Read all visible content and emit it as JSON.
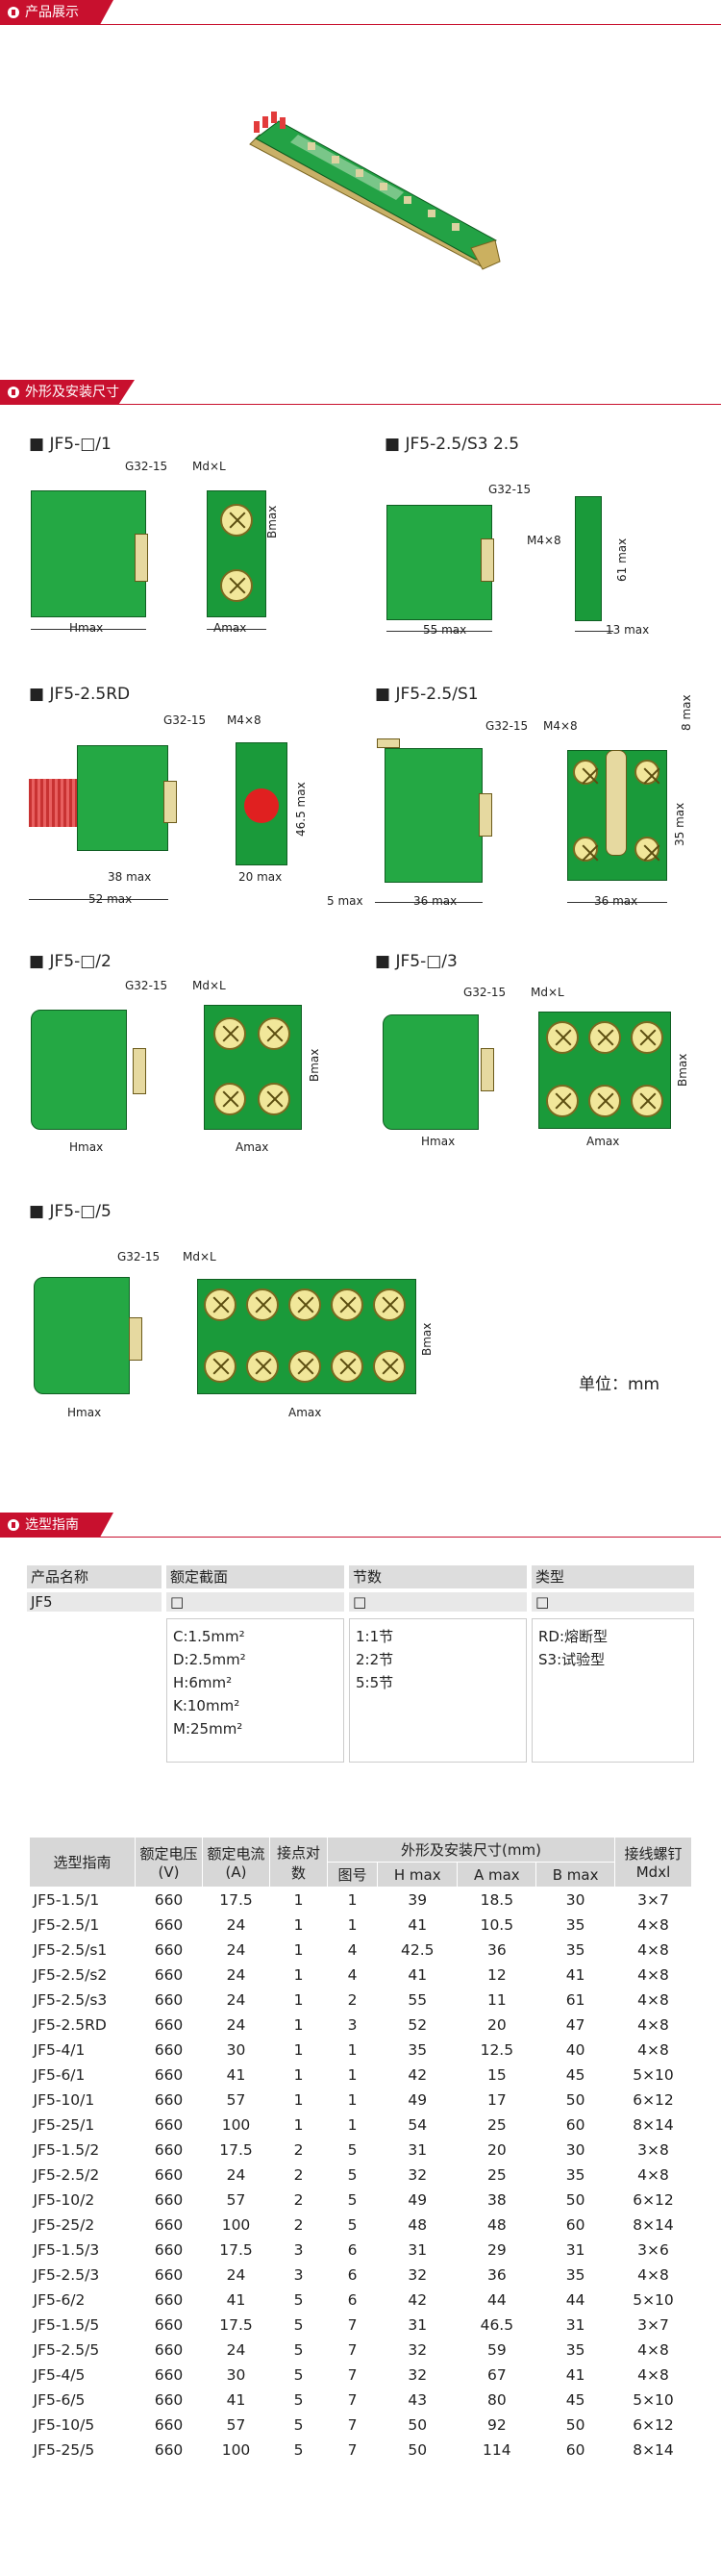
{
  "sections": {
    "product": "产品展示",
    "dimensions": "外形及安装尺寸",
    "selection": "选型指南"
  },
  "diagrams": {
    "d1": {
      "title": "JF5-□/1",
      "g": "G32-15",
      "md": "Md×L",
      "b": "Bmax",
      "h": "Hmax",
      "a": "Amax"
    },
    "d2": {
      "title": "JF5-2.5/S3  2.5",
      "g": "G32-15",
      "m": "M4×8",
      "h": "61 max",
      "w": "55 max",
      "w2": "13 max"
    },
    "d3": {
      "title": "JF5-2.5RD",
      "g": "G32-15",
      "m": "M4×8",
      "h": "46.5 max",
      "w1": "38 max",
      "w2": "52 max",
      "w3": "20 max"
    },
    "d4": {
      "title": "JF5-2.5/S1",
      "g": "G32-15",
      "m": "M4×8",
      "top": "8 max",
      "h": "35 max",
      "w1": "5 max",
      "w2": "36 max",
      "w3": "36 max"
    },
    "d5": {
      "title": "JF5-□/2",
      "g": "G32-15",
      "md": "Md×L",
      "b": "Bmax",
      "h": "Hmax",
      "a": "Amax"
    },
    "d6": {
      "title": "JF5-□/3",
      "g": "G32-15",
      "md": "Md×L",
      "b": "Bmax",
      "h": "Hmax",
      "a": "Amax"
    },
    "d7": {
      "title": "JF5-□/5",
      "g": "G32-15",
      "md": "Md×L",
      "b": "Bmax",
      "h": "Hmax",
      "a": "Amax"
    },
    "unit": "单位：mm"
  },
  "selection": {
    "headers": [
      "产品名称",
      "额定截面",
      "节数",
      "类型"
    ],
    "row": [
      "JF5",
      "□",
      "□",
      "□"
    ],
    "col2": [
      "C:1.5mm²",
      "D:2.5mm²",
      "H:6mm²",
      "K:10mm²",
      "M:25mm²"
    ],
    "col3": [
      "1:1节",
      "2:2节",
      "5:5节"
    ],
    "col4": [
      "RD:熔断型",
      "S3:试验型"
    ]
  },
  "spec": {
    "h_model": "选型指南",
    "h_v": "额定电压(V)",
    "h_a": "额定电流(A)",
    "h_pairs": "接点对数",
    "h_dim": "外形及安装尺寸(mm)",
    "h_screw": "接线螺钉Mdxl",
    "sub": [
      "图号",
      "H max",
      "A max",
      "B max"
    ],
    "rows": [
      [
        "JF5-1.5/1",
        "660",
        "17.5",
        "1",
        "1",
        "39",
        "18.5",
        "30",
        "3×7"
      ],
      [
        "JF5-2.5/1",
        "660",
        "24",
        "1",
        "1",
        "41",
        "10.5",
        "35",
        "4×8"
      ],
      [
        "JF5-2.5/s1",
        "660",
        "24",
        "1",
        "4",
        "42.5",
        "36",
        "35",
        "4×8"
      ],
      [
        "JF5-2.5/s2",
        "660",
        "24",
        "1",
        "4",
        "41",
        "12",
        "41",
        "4×8"
      ],
      [
        "JF5-2.5/s3",
        "660",
        "24",
        "1",
        "2",
        "55",
        "11",
        "61",
        "4×8"
      ],
      [
        "JF5-2.5RD",
        "660",
        "24",
        "1",
        "3",
        "52",
        "20",
        "47",
        "4×8"
      ],
      [
        "JF5-4/1",
        "660",
        "30",
        "1",
        "1",
        "35",
        "12.5",
        "40",
        "4×8"
      ],
      [
        "JF5-6/1",
        "660",
        "41",
        "1",
        "1",
        "42",
        "15",
        "45",
        "5×10"
      ],
      [
        "JF5-10/1",
        "660",
        "57",
        "1",
        "1",
        "49",
        "17",
        "50",
        "6×12"
      ],
      [
        "JF5-25/1",
        "660",
        "100",
        "1",
        "1",
        "54",
        "25",
        "60",
        "8×14"
      ],
      [
        "JF5-1.5/2",
        "660",
        "17.5",
        "2",
        "5",
        "31",
        "20",
        "30",
        "3×8"
      ],
      [
        "JF5-2.5/2",
        "660",
        "24",
        "2",
        "5",
        "32",
        "25",
        "35",
        "4×8"
      ],
      [
        "JF5-10/2",
        "660",
        "57",
        "2",
        "5",
        "49",
        "38",
        "50",
        "6×12"
      ],
      [
        "JF5-25/2",
        "660",
        "100",
        "2",
        "5",
        "48",
        "48",
        "60",
        "8×14"
      ],
      [
        "JF5-1.5/3",
        "660",
        "17.5",
        "3",
        "6",
        "31",
        "29",
        "31",
        "3×6"
      ],
      [
        "JF5-2.5/3",
        "660",
        "24",
        "3",
        "6",
        "32",
        "36",
        "35",
        "4×8"
      ],
      [
        "JF5-6/2",
        "660",
        "41",
        "5",
        "6",
        "42",
        "44",
        "44",
        "5×10"
      ],
      [
        "JF5-1.5/5",
        "660",
        "17.5",
        "5",
        "7",
        "31",
        "46.5",
        "31",
        "3×7"
      ],
      [
        "JF5-2.5/5",
        "660",
        "24",
        "5",
        "7",
        "32",
        "59",
        "35",
        "4×8"
      ],
      [
        "JF5-4/5",
        "660",
        "30",
        "5",
        "7",
        "32",
        "67",
        "41",
        "4×8"
      ],
      [
        "JF5-6/5",
        "660",
        "41",
        "5",
        "7",
        "43",
        "80",
        "45",
        "5×10"
      ],
      [
        "JF5-10/5",
        "660",
        "57",
        "5",
        "7",
        "50",
        "92",
        "50",
        "6×12"
      ],
      [
        "JF5-25/5",
        "660",
        "100",
        "5",
        "7",
        "50",
        "114",
        "60",
        "8×14"
      ]
    ]
  }
}
